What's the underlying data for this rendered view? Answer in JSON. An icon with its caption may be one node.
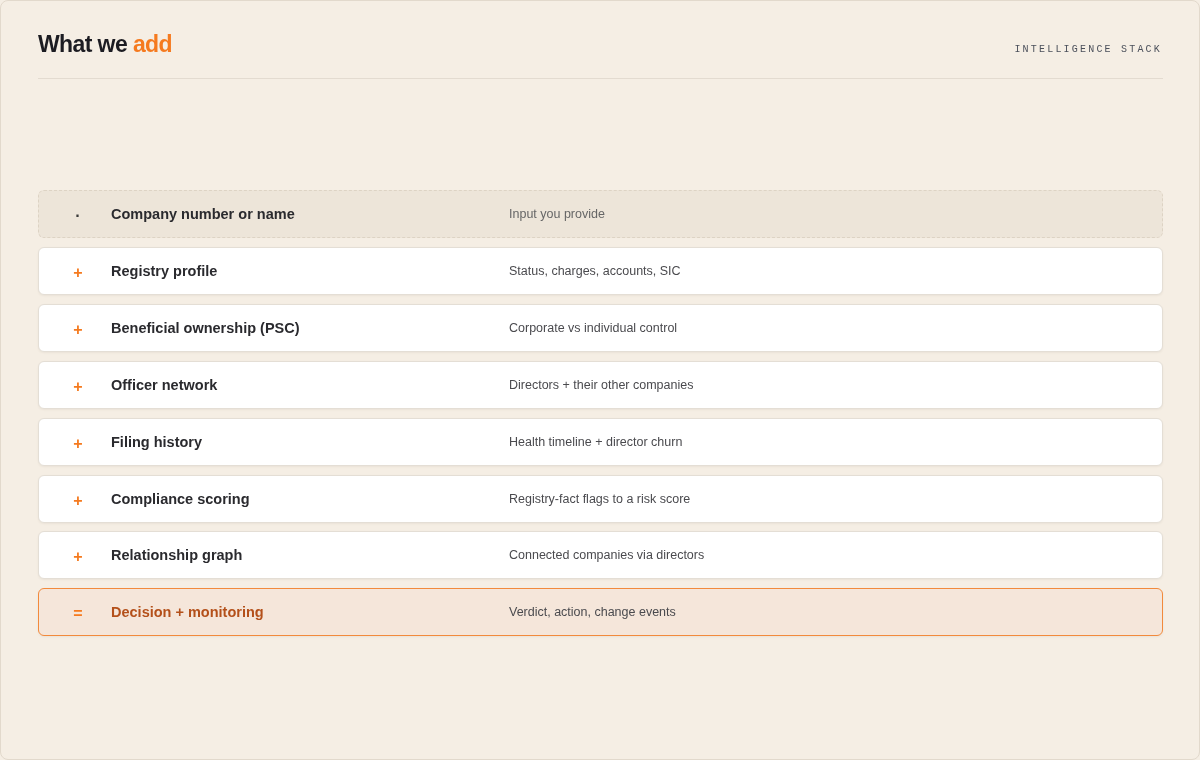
{
  "diagram": {
    "title": "What we add",
    "nodes": [
      {
        "text": [
          "·",
          "Company number or name",
          "Input you provide"
        ]
      },
      {
        "text": [
          "+",
          "Registry profile",
          "Status, charges, accounts, SIC"
        ]
      },
      {
        "text": [
          "+",
          "Beneficial ownership (PSC)",
          "Corporate vs individual control"
        ]
      },
      {
        "text": [
          "+",
          "Officer network",
          "Directors + their other companies"
        ]
      },
      {
        "text": [
          "+",
          "Filing history",
          "Health timeline + director churn"
        ]
      },
      {
        "text": [
          "+",
          "Compliance scoring",
          "Registry-fact flags to a risk score"
        ]
      },
      {
        "text": [
          "+",
          "Relationship graph",
          "Connected companies via directors"
        ]
      },
      {
        "text": [
          "=",
          "Decision + monitoring",
          "Verdict, action, change events"
        ]
      }
    ],
    "labels": [
      "INTELLIGENCE STACK"
    ]
  }
}
